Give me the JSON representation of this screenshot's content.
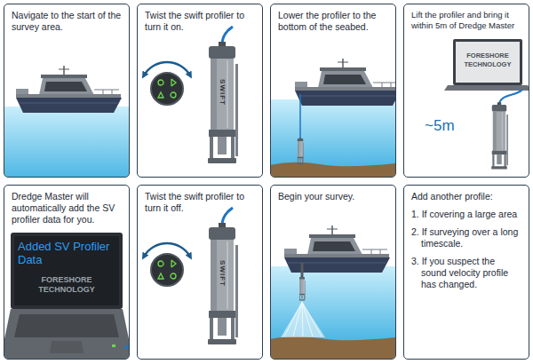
{
  "diagram": {
    "nodes": [
      {
        "text": [
          "Navigate to the start of the survey area."
        ]
      },
      {
        "text": [
          "Twist the swift profiler to turn it on."
        ]
      },
      {
        "text": [
          "Lower the profiler to the bottom of the seabed."
        ]
      },
      {
        "text": [
          "Lift the profiler and bring it within 5m of Dredge Master"
        ]
      },
      {
        "text": [
          "Dredge Master will automatically add the SV profiler data for you."
        ]
      },
      {
        "text": [
          "Twist the swift profiler to turn it off."
        ]
      },
      {
        "text": [
          "Begin your survey."
        ]
      },
      {
        "text": [
          "Add another profile:",
          "1. If covering a large area",
          "2. If surveying over a long timescale.",
          "3. If you suspect the sound velocity profile has changed."
        ]
      }
    ],
    "labels": [
      "FORESHORE TECHNOLOGY",
      "~5m",
      "Added SV Profiler Data",
      "FORESHORE TECHNOLOGY",
      "SWIFT",
      "SWIFT"
    ]
  }
}
